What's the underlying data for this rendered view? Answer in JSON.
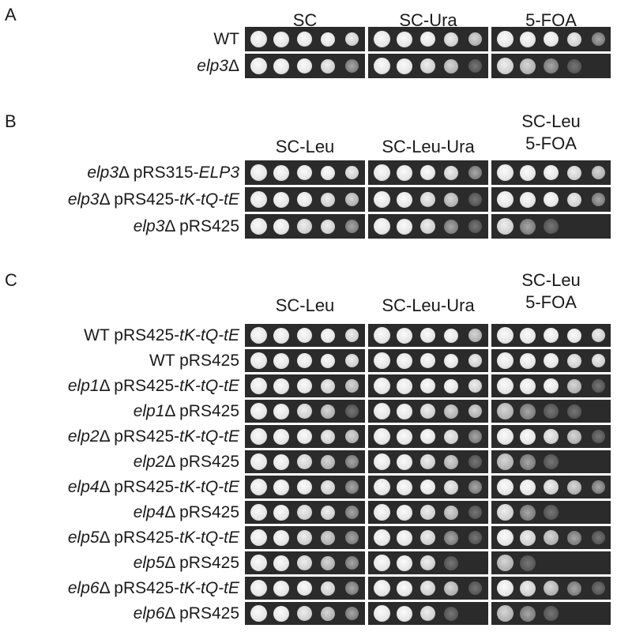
{
  "panels": [
    {
      "letter": "A",
      "columns": [
        "SC",
        "SC-Ura",
        "5-FOA"
      ],
      "rows": [
        {
          "label": [
            {
              "t": "WT",
              "i": false
            }
          ],
          "growth": [
            [
              5,
              5,
              5,
              5,
              4
            ],
            [
              5,
              5,
              5,
              4,
              3
            ],
            [
              5,
              5,
              5,
              4,
              2
            ]
          ]
        },
        {
          "label": [
            {
              "t": "elp3",
              "i": true
            },
            {
              "t": "Δ",
              "i": false
            }
          ],
          "growth": [
            [
              5,
              5,
              5,
              4,
              2
            ],
            [
              5,
              5,
              4,
              3,
              1
            ],
            [
              4,
              3,
              2,
              1,
              0
            ]
          ]
        }
      ]
    },
    {
      "letter": "B",
      "columns": [
        "SC-Leu",
        "SC-Leu-Ura",
        "SC-Leu\n5-FOA"
      ],
      "rows": [
        {
          "label": [
            {
              "t": "elp3",
              "i": true
            },
            {
              "t": "Δ pRS315-",
              "i": false
            },
            {
              "t": "ELP3",
              "i": true
            }
          ],
          "growth": [
            [
              5,
              5,
              5,
              5,
              4
            ],
            [
              5,
              5,
              5,
              4,
              2
            ],
            [
              5,
              5,
              5,
              4,
              3
            ]
          ]
        },
        {
          "label": [
            {
              "t": "elp3",
              "i": true
            },
            {
              "t": "Δ pRS425-",
              "i": false
            },
            {
              "t": "tK-tQ-tE",
              "i": true
            }
          ],
          "growth": [
            [
              5,
              5,
              5,
              4,
              3
            ],
            [
              5,
              5,
              4,
              3,
              1
            ],
            [
              5,
              5,
              5,
              4,
              2
            ]
          ]
        },
        {
          "label": [
            {
              "t": "elp3",
              "i": true
            },
            {
              "t": "Δ pRS425",
              "i": false
            }
          ],
          "growth": [
            [
              5,
              5,
              4,
              4,
              2
            ],
            [
              5,
              5,
              4,
              2,
              1
            ],
            [
              4,
              2,
              1,
              0,
              0
            ]
          ]
        }
      ]
    },
    {
      "letter": "C",
      "columns": [
        "SC-Leu",
        "SC-Leu-Ura",
        "SC-Leu\n5-FOA"
      ],
      "rows": [
        {
          "label": [
            {
              "t": "WT pRS425-",
              "i": false
            },
            {
              "t": "tK-tQ-tE",
              "i": true
            }
          ],
          "growth": [
            [
              5,
              5,
              5,
              5,
              4
            ],
            [
              5,
              5,
              5,
              5,
              3
            ],
            [
              5,
              5,
              5,
              5,
              4
            ]
          ]
        },
        {
          "label": [
            {
              "t": "WT pRS425",
              "i": false
            }
          ],
          "growth": [
            [
              5,
              5,
              5,
              5,
              4
            ],
            [
              5,
              5,
              5,
              5,
              4
            ],
            [
              5,
              5,
              5,
              4,
              4
            ]
          ]
        },
        {
          "label": [
            {
              "t": "elp1",
              "i": true
            },
            {
              "t": "Δ pRS425-",
              "i": false
            },
            {
              "t": "tK-tQ-tE",
              "i": true
            }
          ],
          "growth": [
            [
              5,
              5,
              5,
              4,
              3
            ],
            [
              5,
              5,
              5,
              5,
              4
            ],
            [
              5,
              5,
              5,
              3,
              1
            ]
          ]
        },
        {
          "label": [
            {
              "t": "elp1",
              "i": true
            },
            {
              "t": "Δ pRS425",
              "i": false
            }
          ],
          "growth": [
            [
              5,
              5,
              4,
              3,
              1
            ],
            [
              5,
              5,
              4,
              3,
              3
            ],
            [
              3,
              2,
              1,
              1,
              0
            ]
          ]
        },
        {
          "label": [
            {
              "t": "elp2",
              "i": true
            },
            {
              "t": "Δ pRS425-",
              "i": false
            },
            {
              "t": "tK-tQ-tE",
              "i": true
            }
          ],
          "growth": [
            [
              5,
              5,
              5,
              4,
              3
            ],
            [
              5,
              5,
              5,
              4,
              2
            ],
            [
              5,
              5,
              4,
              3,
              1
            ]
          ]
        },
        {
          "label": [
            {
              "t": "elp2",
              "i": true
            },
            {
              "t": "Δ pRS425",
              "i": false
            }
          ],
          "growth": [
            [
              5,
              5,
              4,
              3,
              2
            ],
            [
              5,
              5,
              4,
              3,
              1
            ],
            [
              3,
              2,
              1,
              0,
              0
            ]
          ]
        },
        {
          "label": [
            {
              "t": "elp4",
              "i": true
            },
            {
              "t": "Δ pRS425-",
              "i": false
            },
            {
              "t": "tK-tQ-tE",
              "i": true
            }
          ],
          "growth": [
            [
              5,
              5,
              5,
              4,
              2
            ],
            [
              5,
              5,
              5,
              4,
              2
            ],
            [
              5,
              5,
              4,
              3,
              2
            ]
          ]
        },
        {
          "label": [
            {
              "t": "elp4",
              "i": true
            },
            {
              "t": "Δ pRS425",
              "i": false
            }
          ],
          "growth": [
            [
              5,
              5,
              4,
              4,
              2
            ],
            [
              5,
              5,
              4,
              3,
              1
            ],
            [
              4,
              2,
              1,
              0,
              0
            ]
          ]
        },
        {
          "label": [
            {
              "t": "elp5",
              "i": true
            },
            {
              "t": "Δ pRS425-",
              "i": false
            },
            {
              "t": "tK-tQ-tE",
              "i": true
            }
          ],
          "growth": [
            [
              5,
              5,
              4,
              3,
              2
            ],
            [
              5,
              5,
              4,
              2,
              1
            ],
            [
              5,
              4,
              3,
              2,
              1
            ]
          ]
        },
        {
          "label": [
            {
              "t": "elp5",
              "i": true
            },
            {
              "t": "Δ pRS425",
              "i": false
            }
          ],
          "growth": [
            [
              5,
              5,
              4,
              3,
              2
            ],
            [
              5,
              5,
              4,
              1,
              0
            ],
            [
              3,
              1,
              0,
              0,
              0
            ]
          ]
        },
        {
          "label": [
            {
              "t": "elp6",
              "i": true
            },
            {
              "t": "Δ pRS425-",
              "i": false
            },
            {
              "t": "tK-tQ-tE",
              "i": true
            }
          ],
          "growth": [
            [
              5,
              5,
              5,
              4,
              2
            ],
            [
              5,
              5,
              4,
              3,
              1
            ],
            [
              5,
              4,
              3,
              2,
              1
            ]
          ]
        },
        {
          "label": [
            {
              "t": "elp6",
              "i": true
            },
            {
              "t": "Δ pRS425",
              "i": false
            }
          ],
          "growth": [
            [
              5,
              5,
              4,
              3,
              2
            ],
            [
              5,
              5,
              4,
              1,
              0
            ],
            [
              3,
              2,
              1,
              0,
              0
            ]
          ]
        }
      ]
    }
  ]
}
